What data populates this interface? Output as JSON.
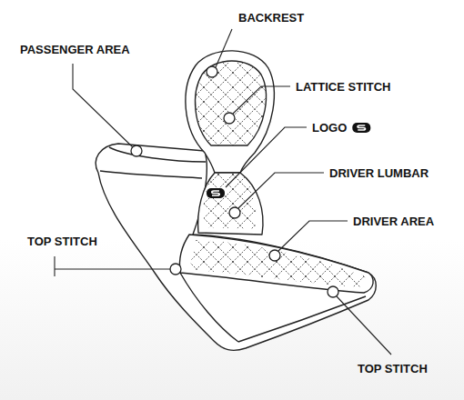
{
  "diagram": {
    "labels": [
      "PASSENGER AREA",
      "BACKREST",
      "LATTICE STITCH",
      "LOGO",
      "DRIVER LUMBAR",
      "DRIVER AREA",
      "TOP STITCH",
      "TOP STITCH"
    ]
  }
}
